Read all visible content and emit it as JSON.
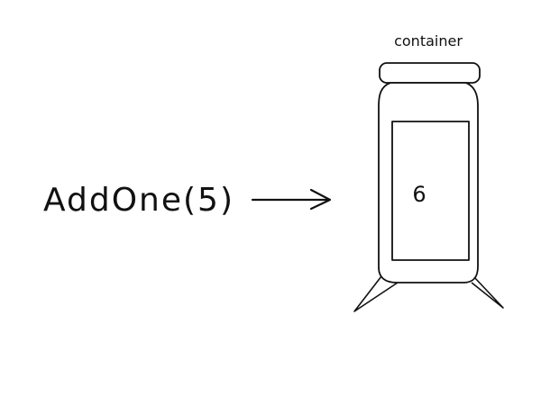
{
  "diagram": {
    "function_call": "AddOne(5)",
    "container_label": "container",
    "container_value": "6"
  },
  "colors": {
    "ink": "#111111",
    "background": "#ffffff"
  }
}
